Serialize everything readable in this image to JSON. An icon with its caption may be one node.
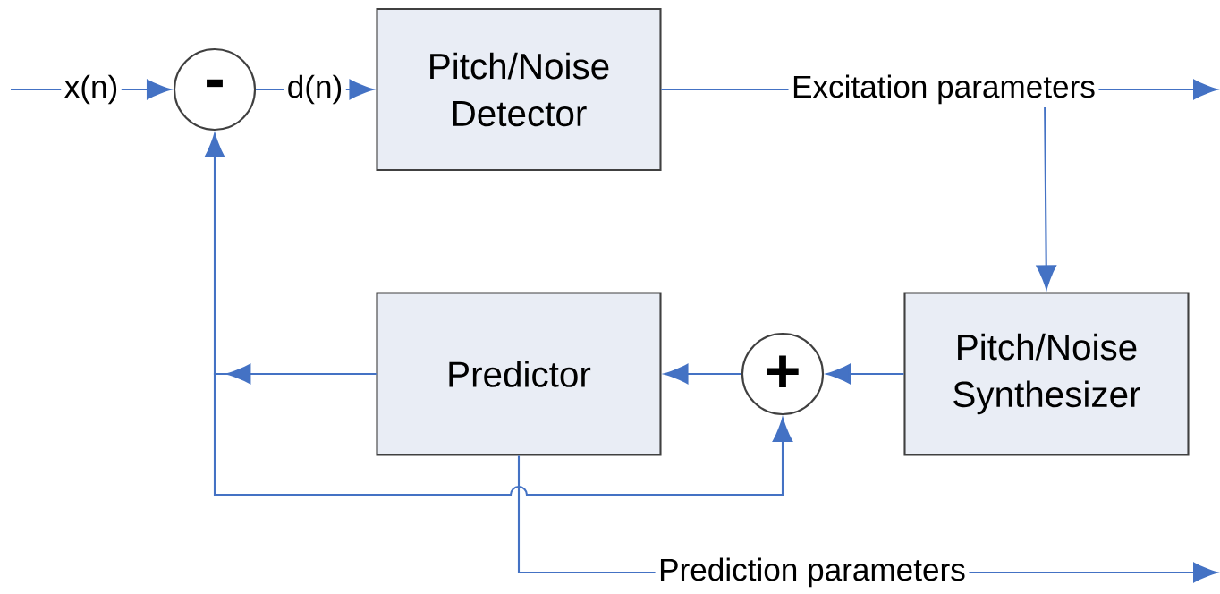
{
  "diagram": {
    "nodes": [
      {
        "text": [
          "-"
        ]
      },
      {
        "text": [
          "Pitch/Noise Detector"
        ]
      },
      {
        "text": [
          "Predictor"
        ]
      },
      {
        "text": [
          "+"
        ]
      },
      {
        "text": [
          "Pitch/Noise Synthesizer"
        ]
      }
    ],
    "edges": [
      {
        "from": null,
        "to": 0,
        "arrow": "to",
        "label": "x(n)"
      },
      {
        "from": 0,
        "to": 1,
        "arrow": "to",
        "label": "d(n)"
      },
      {
        "from": 1,
        "to": null,
        "arrow": "to",
        "label": "Excitation parameters"
      },
      {
        "from": 1,
        "to": 4,
        "arrow": "to"
      },
      {
        "from": 4,
        "to": 3,
        "arrow": "to"
      },
      {
        "from": 3,
        "to": 2,
        "arrow": "to"
      },
      {
        "from": 2,
        "to": 0,
        "arrow": "to"
      },
      {
        "from": 2,
        "to": 3,
        "arrow": "to"
      },
      {
        "from": 2,
        "to": null,
        "arrow": "to",
        "label": "Prediction parameters"
      }
    ]
  }
}
